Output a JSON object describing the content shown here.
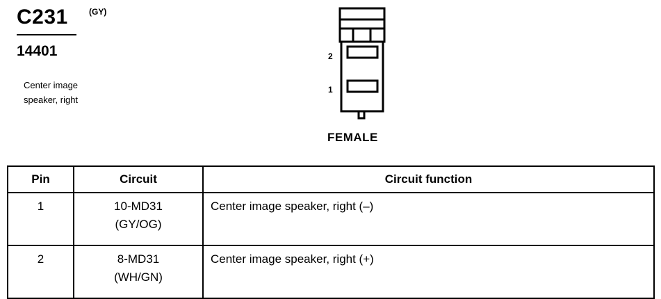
{
  "connector": {
    "id": "C231",
    "color": "(GY)",
    "part_number": "14401",
    "description_lines": [
      "Center image",
      "speaker, right"
    ],
    "gender": "FEMALE",
    "pin_labels": [
      "2",
      "1"
    ]
  },
  "table": {
    "headers": {
      "pin": "Pin",
      "circuit": "Circuit",
      "function": "Circuit function"
    },
    "rows": [
      {
        "pin": "1",
        "circuit": "10-MD31",
        "wire_color": "(GY/OG)",
        "function": "Center image speaker, right (–)"
      },
      {
        "pin": "2",
        "circuit": "8-MD31",
        "wire_color": "(WH/GN)",
        "function": "Center image speaker, right (+)"
      }
    ]
  }
}
